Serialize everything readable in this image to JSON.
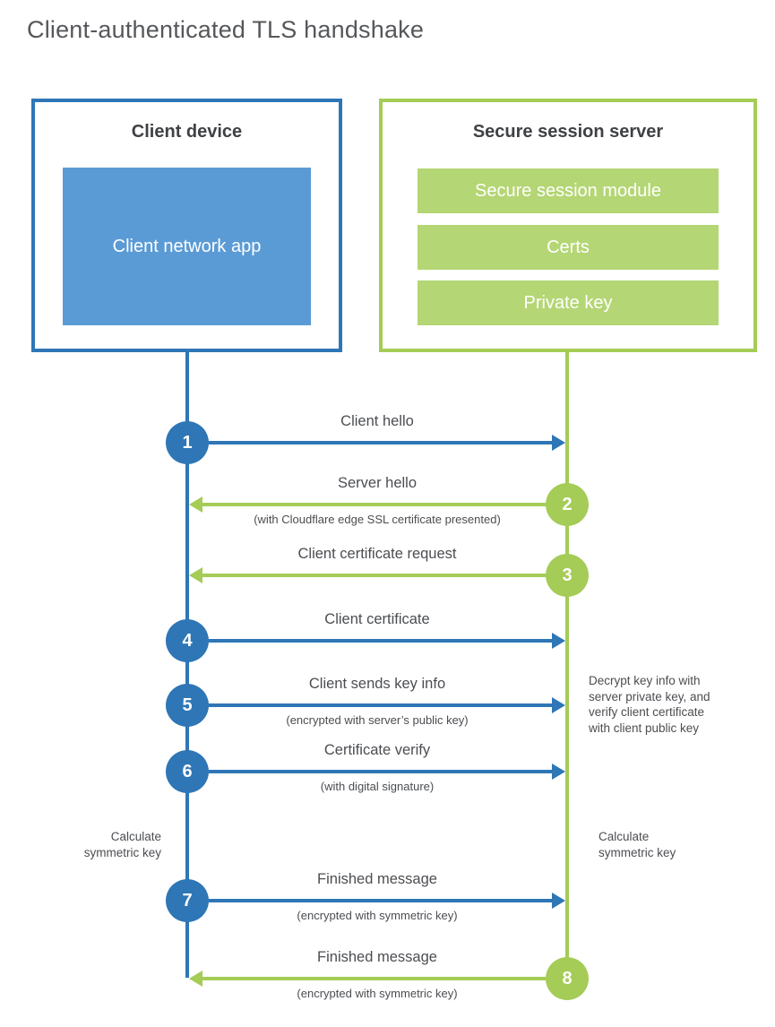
{
  "title": "Client-authenticated TLS handshake",
  "colors": {
    "blue_line": "#2e76b6",
    "blue_fill": "#5b9bd5",
    "green_line": "#a4cc56",
    "green_fill": "#b4d674",
    "heading_text": "#3f4144",
    "label_text": "#4b4d51"
  },
  "client": {
    "title": "Client device",
    "app_label": "Client network app"
  },
  "server": {
    "title": "Secure session server",
    "modules": [
      "Secure session module",
      "Certs",
      "Private key"
    ]
  },
  "steps": [
    {
      "number": "1",
      "actor": "client",
      "direction": "right",
      "label": "Client hello",
      "sublabel": ""
    },
    {
      "number": "2",
      "actor": "server",
      "direction": "left",
      "label": "Server hello",
      "sublabel": "(with Cloudflare edge SSL certificate presented)"
    },
    {
      "number": "3",
      "actor": "server",
      "direction": "left",
      "label": "Client certificate request",
      "sublabel": ""
    },
    {
      "number": "4",
      "actor": "client",
      "direction": "right",
      "label": "Client certificate",
      "sublabel": ""
    },
    {
      "number": "5",
      "actor": "client",
      "direction": "right",
      "label": "Client sends key info",
      "sublabel": "(encrypted with server’s public key)"
    },
    {
      "number": "6",
      "actor": "client",
      "direction": "right",
      "label": "Certificate verify",
      "sublabel": "(with digital signature)"
    },
    {
      "number": "7",
      "actor": "client",
      "direction": "right",
      "label": "Finished message",
      "sublabel": "(encrypted with symmetric key)"
    },
    {
      "number": "8",
      "actor": "server",
      "direction": "left",
      "label": "Finished message",
      "sublabel": "(encrypted with symmetric key)"
    }
  ],
  "notes": {
    "calc_left": [
      "Calculate",
      "symmetric key"
    ],
    "calc_right": [
      "Calculate",
      "symmetric key"
    ],
    "decrypt": [
      "Decrypt key info with",
      "server private key, and",
      "verify client certificate",
      "with client public key"
    ]
  }
}
